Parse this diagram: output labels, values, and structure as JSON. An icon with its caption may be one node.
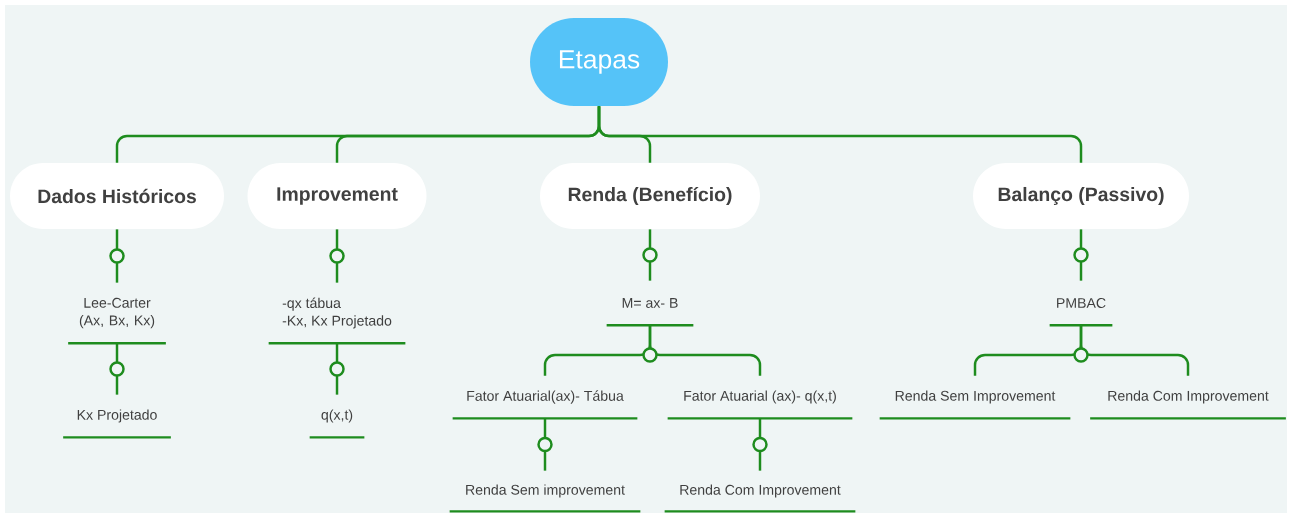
{
  "diagram": {
    "nodes": [
      {
        "text": [
          "Etapas"
        ]
      },
      {
        "text": [
          "Dados Históricos"
        ]
      },
      {
        "text": [
          "Improvement"
        ]
      },
      {
        "text": [
          "Renda (Benefício)"
        ]
      },
      {
        "text": [
          "Balanço (Passivo)"
        ]
      },
      {
        "text": [
          "Lee-Carter (Ax, Bx, Kx)"
        ]
      },
      {
        "text": [
          "Kx Projetado"
        ]
      },
      {
        "text": [
          "-qx tábua",
          "-Kx, Kx Projetado"
        ]
      },
      {
        "text": [
          "q(x,t)"
        ]
      },
      {
        "text": [
          "M=  ax- B"
        ]
      },
      {
        "text": [
          "Fator Atuarial(ax)- Tábua"
        ]
      },
      {
        "text": [
          "Fator Atuarial (ax)- q(x,t)"
        ]
      },
      {
        "text": [
          "Renda Sem improvement"
        ]
      },
      {
        "text": [
          "Renda Com Improvement"
        ]
      },
      {
        "text": [
          "PMBAC"
        ]
      },
      {
        "text": [
          "Renda Sem Improvement"
        ]
      },
      {
        "text": [
          "Renda Com Improvement"
        ]
      }
    ],
    "edges": [
      {
        "from": 0,
        "to": 1,
        "arrow": "none"
      },
      {
        "from": 0,
        "to": 2,
        "arrow": "none"
      },
      {
        "from": 0,
        "to": 3,
        "arrow": "none"
      },
      {
        "from": 0,
        "to": 4,
        "arrow": "none"
      },
      {
        "from": 1,
        "to": 5,
        "arrow": "none"
      },
      {
        "from": 5,
        "to": 6,
        "arrow": "none"
      },
      {
        "from": 2,
        "to": 7,
        "arrow": "none"
      },
      {
        "from": 7,
        "to": 8,
        "arrow": "none"
      },
      {
        "from": 3,
        "to": 9,
        "arrow": "none"
      },
      {
        "from": 9,
        "to": 10,
        "arrow": "none"
      },
      {
        "from": 9,
        "to": 11,
        "arrow": "none"
      },
      {
        "from": 10,
        "to": 12,
        "arrow": "none"
      },
      {
        "from": 11,
        "to": 13,
        "arrow": "none"
      },
      {
        "from": 4,
        "to": 14,
        "arrow": "none"
      },
      {
        "from": 14,
        "to": 15,
        "arrow": "none"
      },
      {
        "from": 14,
        "to": 16,
        "arrow": "none"
      }
    ]
  }
}
